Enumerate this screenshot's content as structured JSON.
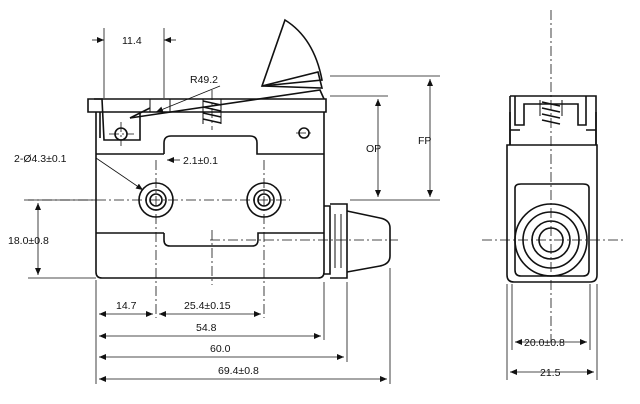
{
  "dimensions": {
    "top_width": "11.4",
    "lever_radius": "R49.2",
    "hole_spec": "2-Ø4.3±0.1",
    "hole_offset": "2.1±0.1",
    "height": "18.0±0.8",
    "op": "OP",
    "fp": "FP",
    "d1": "14.7",
    "d2": "25.4±0.15",
    "d3": "54.8",
    "d4": "60.0",
    "d5": "69.4±0.8",
    "side_width_inner": "20.0±0.8",
    "side_width_outer": "21.5"
  }
}
